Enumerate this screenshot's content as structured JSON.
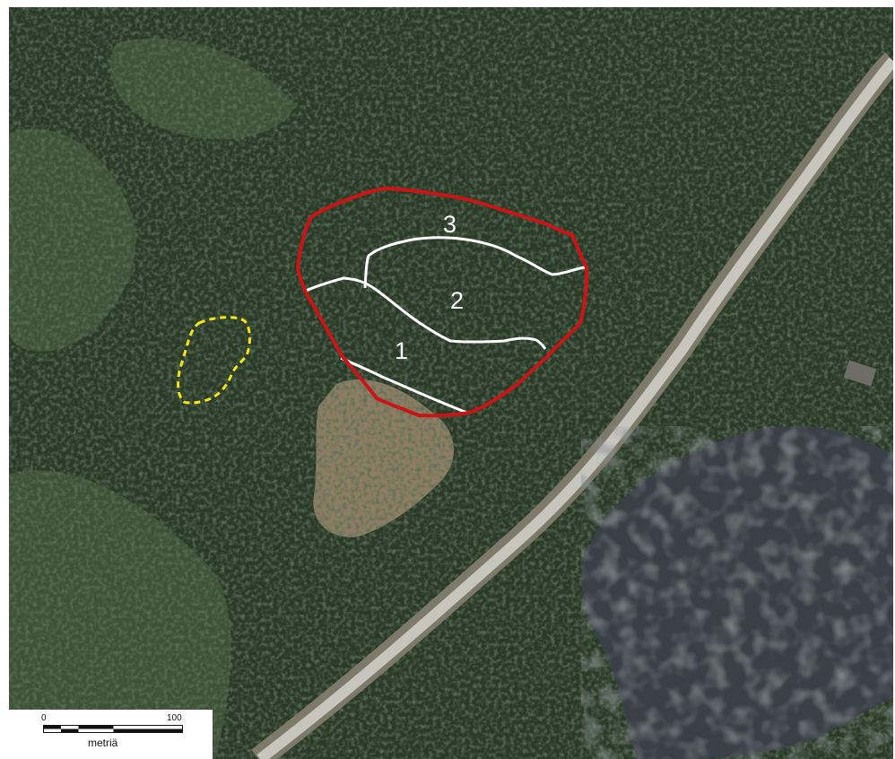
{
  "map": {
    "plot_labels": [
      "1",
      "2",
      "3"
    ],
    "colors": {
      "forest_base": "#2a3a26",
      "forest_dark": "#18241a",
      "forest_light": "#3e5236",
      "clearing": "#8d7d63",
      "road": "#c6c6bf",
      "road_edge": "#7d7a69",
      "lake": "#3b4048",
      "lake_edge": "#55565a",
      "target_boundary": "#cc1417",
      "reference_boundary": "#f5e417",
      "compartment_line": "#ffffff",
      "building_roof": "#6e6d68"
    }
  },
  "scale_bar": {
    "start_label": "0",
    "end_label": "100",
    "unit_label": "metriä"
  }
}
